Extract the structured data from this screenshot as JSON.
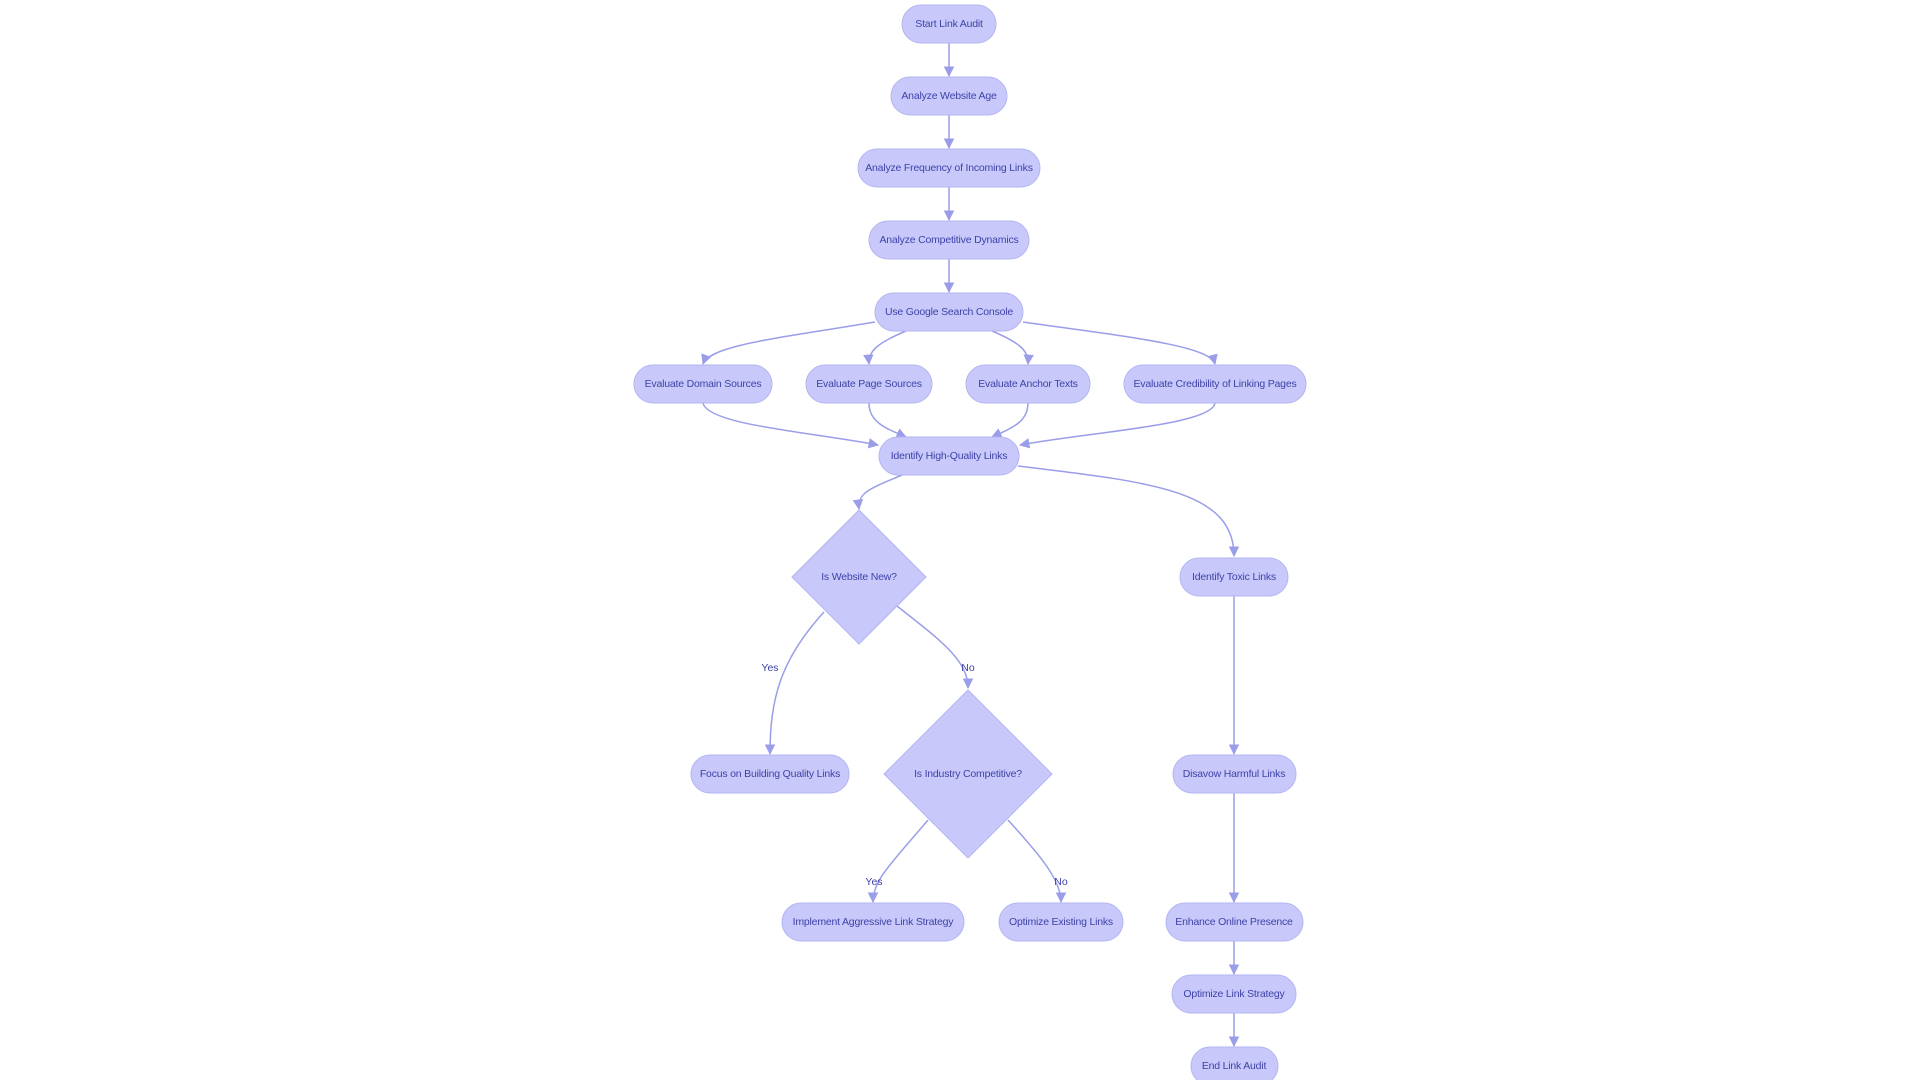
{
  "diagram": {
    "type": "flowchart",
    "direction": "top-down",
    "colors": {
      "node_fill": "#C8C9FA",
      "node_stroke": "#B3B5F2",
      "node_text": "#3F42A8",
      "edge": "#9A9EE8",
      "background": "#FFFFFF"
    },
    "nodes": {
      "start": {
        "label": "Start Link Audit",
        "shape": "rounded"
      },
      "age": {
        "label": "Analyze Website Age",
        "shape": "rounded"
      },
      "freq": {
        "label": "Analyze Frequency of Incoming Links",
        "shape": "rounded"
      },
      "comp": {
        "label": "Analyze Competitive Dynamics",
        "shape": "rounded"
      },
      "gsc": {
        "label": "Use Google Search Console",
        "shape": "rounded"
      },
      "domain": {
        "label": "Evaluate Domain Sources",
        "shape": "rounded"
      },
      "page": {
        "label": "Evaluate Page Sources",
        "shape": "rounded"
      },
      "anchor": {
        "label": "Evaluate Anchor Texts",
        "shape": "rounded"
      },
      "cred": {
        "label": "Evaluate Credibility of Linking Pages",
        "shape": "rounded"
      },
      "hq": {
        "label": "Identify High-Quality Links",
        "shape": "rounded"
      },
      "newq": {
        "label": "Is Website New?",
        "shape": "diamond"
      },
      "toxic": {
        "label": "Identify Toxic Links",
        "shape": "rounded"
      },
      "focus": {
        "label": "Focus on Building Quality Links",
        "shape": "rounded"
      },
      "indq": {
        "label": "Is Industry Competitive?",
        "shape": "diamond"
      },
      "impl": {
        "label": "Implement Aggressive Link Strategy",
        "shape": "rounded"
      },
      "optex": {
        "label": "Optimize Existing Links",
        "shape": "rounded"
      },
      "disavow": {
        "label": "Disavow Harmful Links",
        "shape": "rounded"
      },
      "enhance": {
        "label": "Enhance Online Presence",
        "shape": "rounded"
      },
      "optls": {
        "label": "Optimize Link Strategy",
        "shape": "rounded"
      },
      "end": {
        "label": "End Link Audit",
        "shape": "rounded"
      }
    },
    "edges": [
      {
        "from": "start",
        "to": "age"
      },
      {
        "from": "age",
        "to": "freq"
      },
      {
        "from": "freq",
        "to": "comp"
      },
      {
        "from": "comp",
        "to": "gsc"
      },
      {
        "from": "gsc",
        "to": "domain"
      },
      {
        "from": "gsc",
        "to": "page"
      },
      {
        "from": "gsc",
        "to": "anchor"
      },
      {
        "from": "gsc",
        "to": "cred"
      },
      {
        "from": "domain",
        "to": "hq"
      },
      {
        "from": "page",
        "to": "hq"
      },
      {
        "from": "anchor",
        "to": "hq"
      },
      {
        "from": "cred",
        "to": "hq"
      },
      {
        "from": "hq",
        "to": "newq"
      },
      {
        "from": "hq",
        "to": "toxic"
      },
      {
        "from": "newq",
        "to": "focus",
        "label": "Yes"
      },
      {
        "from": "newq",
        "to": "indq",
        "label": "No"
      },
      {
        "from": "indq",
        "to": "impl",
        "label": "Yes"
      },
      {
        "from": "indq",
        "to": "optex",
        "label": "No"
      },
      {
        "from": "toxic",
        "to": "disavow"
      },
      {
        "from": "disavow",
        "to": "enhance"
      },
      {
        "from": "enhance",
        "to": "optls"
      },
      {
        "from": "optls",
        "to": "end"
      }
    ],
    "edge_labels": {
      "newq_yes": "Yes",
      "newq_no": "No",
      "indq_yes": "Yes",
      "indq_no": "No"
    }
  }
}
